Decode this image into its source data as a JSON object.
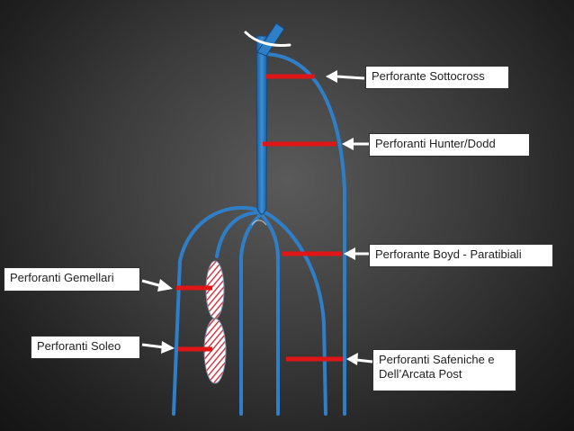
{
  "labels": {
    "sottocross": "Perforante Sottocross",
    "hunter_dodd": "Perforanti Hunter/Dodd",
    "boyd": "Perforante Boyd - Paratibiali",
    "gemellari": "Perforanti Gemellari",
    "soleo": "Perforanti Soleo",
    "safeniche": "Perforanti Safeniche e Dell’Arcata Post"
  },
  "colors": {
    "vein": "#2f7fc8",
    "vein_dark": "#1c5a97",
    "perforator": "#e01616",
    "arrow": "#ffffff",
    "muscle_hatch": "#d21f2c"
  }
}
